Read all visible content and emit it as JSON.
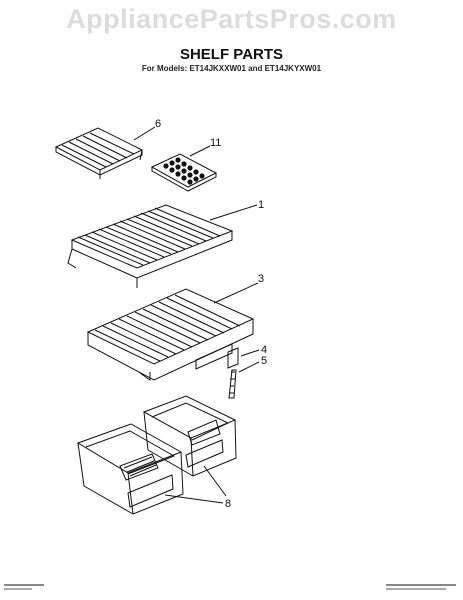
{
  "watermark": "AppliancePartsPros.com",
  "title": "SHELF PARTS",
  "subtitle": "For Models: ET14JKXXW01 and ET14JKYXW01",
  "callouts": {
    "c6": "6",
    "c11": "11",
    "c1": "1",
    "c3": "3",
    "c4": "4",
    "c5": "5",
    "c8": "8"
  },
  "parts": [
    "wire-rack",
    "egg-tray",
    "wire-shelf",
    "glass-shelf",
    "shelf-support",
    "crisper-drawers"
  ]
}
